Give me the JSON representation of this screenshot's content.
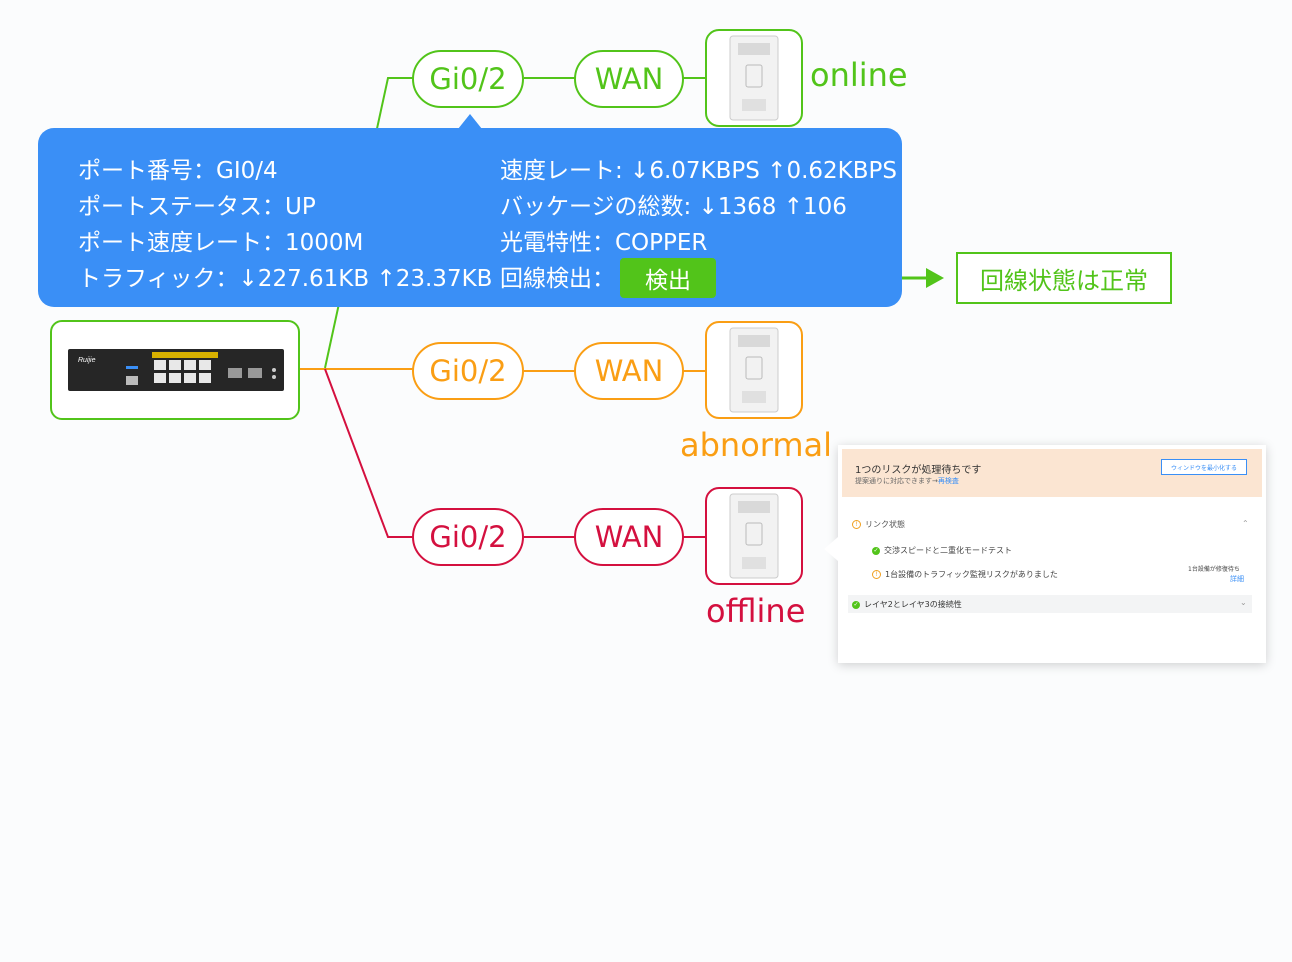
{
  "branches": [
    {
      "status": "online",
      "color": "#52c41a",
      "port": "Gi0/2",
      "interface": "WAN"
    },
    {
      "status": "abnormal",
      "color": "#fa9e14",
      "port": "Gi0/2",
      "interface": "WAN"
    },
    {
      "status": "offline",
      "color": "#d4103f",
      "port": "Gi0/2",
      "interface": "WAN"
    }
  ],
  "tooltip": {
    "port_number": "ポート番号：GI0/4",
    "port_status": "ポートステータス：UP",
    "port_speed": "ポート速度レート：1000M",
    "traffic": "トラフィック：↓227.61KB ↑23.37KB",
    "rate": "速度レート: ↓6.07KBPS ↑0.62KBPS",
    "packets": "バッケージの総数: ↓1368 ↑106",
    "optical": "光電特性：COPPER",
    "line_check_label": "回線検出：",
    "detect_button": "検出"
  },
  "result_label": "回線状態は正常",
  "switch": {
    "brand": "Ruijie"
  },
  "risk_panel": {
    "title": "1つのリスクが処理待ちです",
    "subtitle": "提案通りに対応できます→",
    "recheck_link": "再検査",
    "minimize_button": "ウィンドウを最小化する",
    "section_link_status": "リンク状態",
    "item_speed_duplex": "交渉スピードと二重化モードテスト",
    "item_traffic_risk": "1台設備のトラフィック監視リスクがありました",
    "pending_note": "1台設備が修復待ち",
    "details_link": "詳細",
    "section_l2_l3": "レイヤ2とレイヤ3の接続性"
  }
}
